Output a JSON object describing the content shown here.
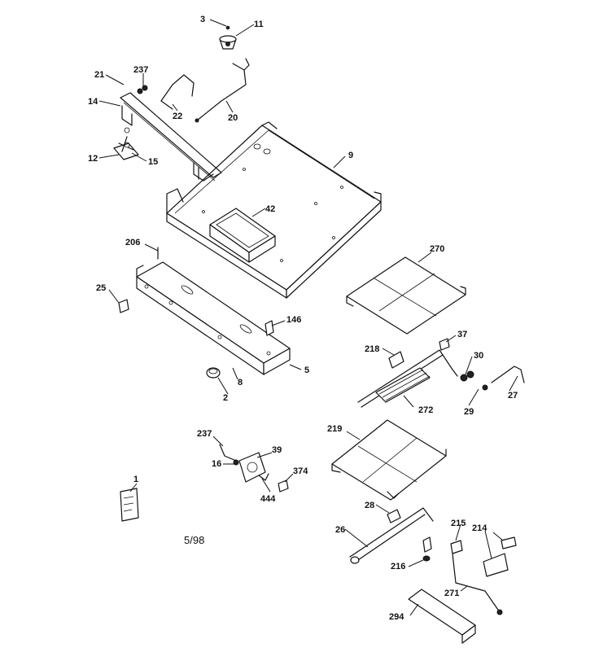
{
  "callouts": {
    "c3": "3",
    "c11": "11",
    "c21": "21",
    "c237a": "237",
    "c14": "14",
    "c22": "22",
    "c20": "20",
    "c9": "9",
    "c12": "12",
    "c15": "15",
    "c42": "42",
    "c206": "206",
    "c270": "270",
    "c25": "25",
    "c146": "146",
    "c37": "37",
    "c218": "218",
    "c30": "30",
    "c5": "5",
    "c8": "8",
    "c2": "2",
    "c272": "272",
    "c29": "29",
    "c27": "27",
    "c219": "219",
    "c237b": "237",
    "c39": "39",
    "c16": "16",
    "c374": "374",
    "c444": "444",
    "c1": "1",
    "c28": "28",
    "c26": "26",
    "c215": "215",
    "c214": "214",
    "c216": "216",
    "c271": "271",
    "c294": "294"
  },
  "date_note": "5/98"
}
